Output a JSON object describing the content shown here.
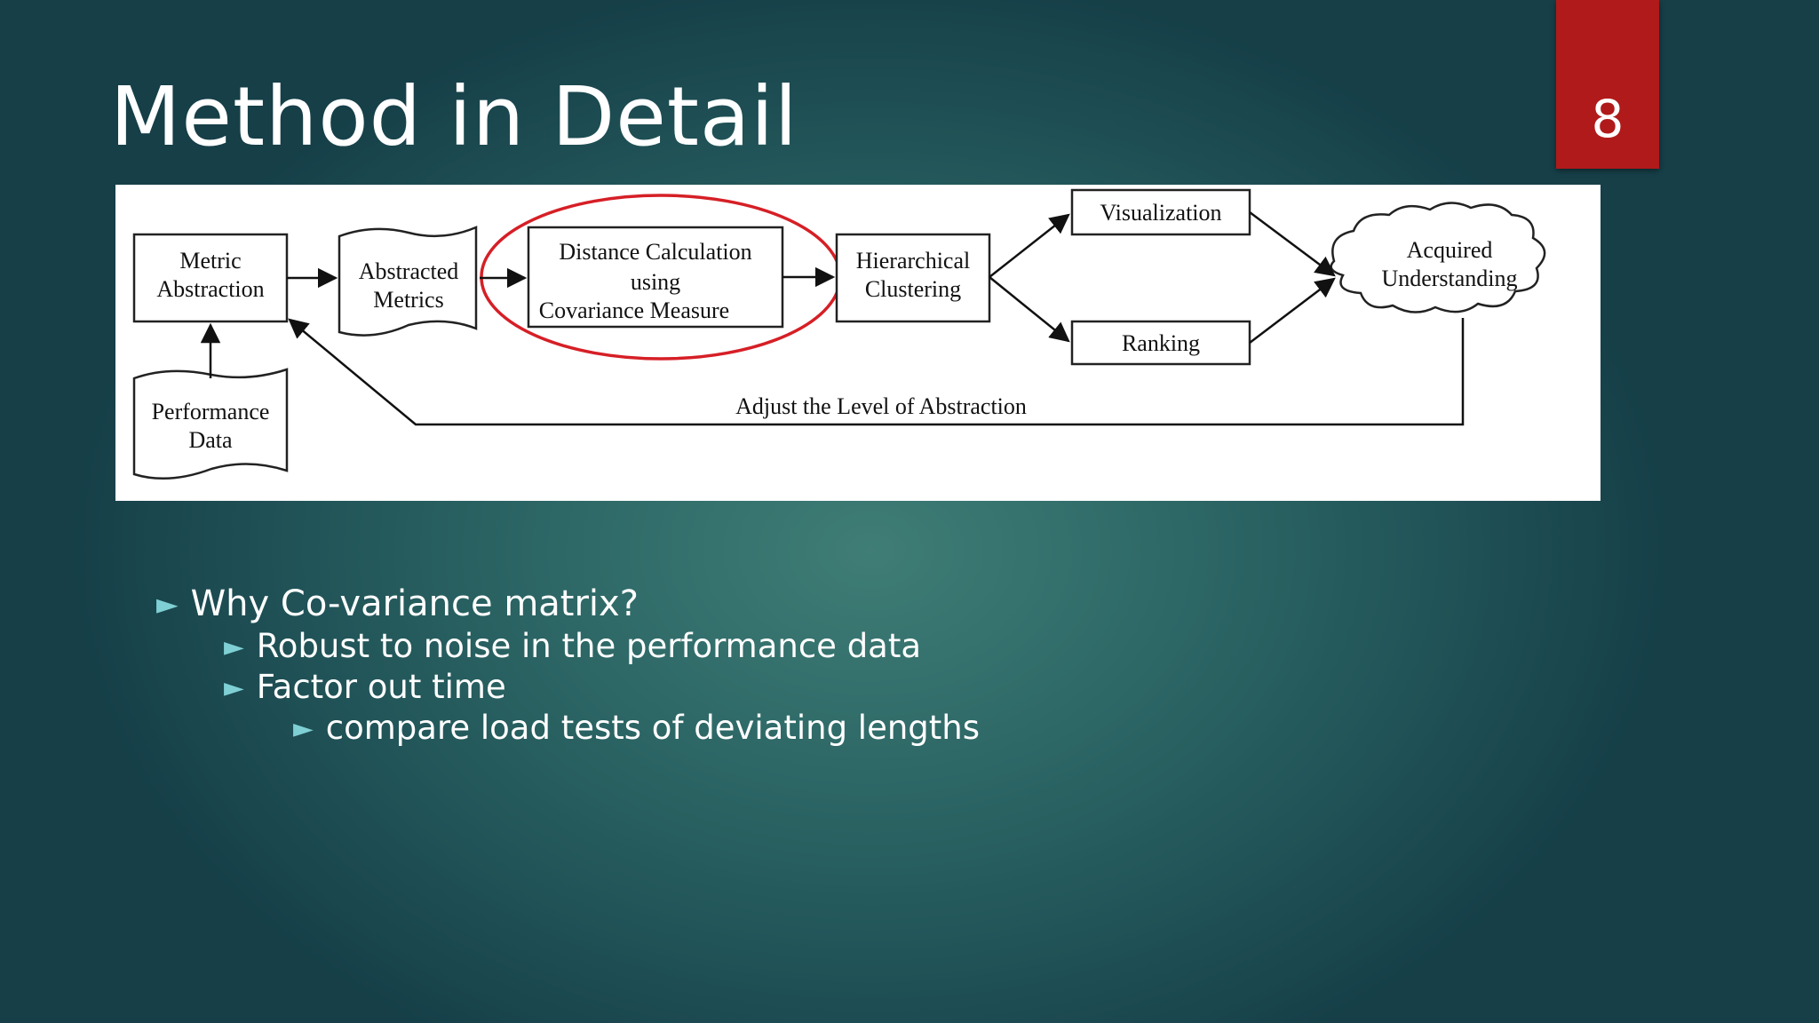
{
  "slide": {
    "title": "Method in Detail",
    "page_number": "8"
  },
  "diagram": {
    "metric_abstraction": [
      "Metric",
      "Abstraction"
    ],
    "abstracted_metrics": [
      "Abstracted",
      "Metrics"
    ],
    "distance_calculation": [
      "Distance Calculation",
      "using",
      "Covariance Measure"
    ],
    "hierarchical_clustering": [
      "Hierarchical",
      "Clustering"
    ],
    "visualization": "Visualization",
    "ranking": "Ranking",
    "acquired_understanding": [
      "Acquired",
      "Understanding"
    ],
    "performance_data": [
      "Performance",
      "Data"
    ],
    "feedback_label": "Adjust the Level of Abstraction"
  },
  "bullets": {
    "b1": "Why Co-variance matrix?",
    "b2": "Robust to noise in the performance data",
    "b3": "Factor out time",
    "b4": "compare load tests of deviating lengths"
  },
  "colors": {
    "background": "#2f6a68",
    "badge": "#b01a1a",
    "highlight_ellipse": "#d61f26",
    "bullet_arrow": "#7fd0d5"
  }
}
